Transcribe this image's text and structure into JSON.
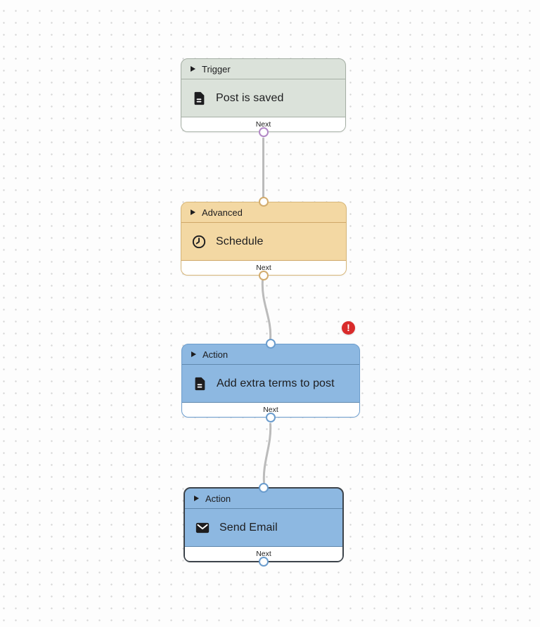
{
  "canvas": {
    "background": "#fdfdfd",
    "dot_color": "#d7d7d7",
    "connector_color": "#bbbbbb"
  },
  "nodes": [
    {
      "category": "Trigger",
      "title": "Post is saved",
      "icon": "document-icon",
      "footer_label": "Next",
      "fill": "#dbe2da",
      "border": "#a5afa4",
      "port_color": "#b287c6",
      "has_input_port": false,
      "has_error": false,
      "selected": false
    },
    {
      "category": "Advanced",
      "title": "Schedule",
      "icon": "clock-icon",
      "footer_label": "Next",
      "fill": "#f3d8a3",
      "border": "#d7b678",
      "port_color": "#d2ac6e",
      "has_input_port": true,
      "has_error": false,
      "selected": false
    },
    {
      "category": "Action",
      "title": "Add extra terms to post",
      "icon": "document-icon",
      "footer_label": "Next",
      "fill": "#8db8e1",
      "border": "#6a9ccd",
      "port_color": "#6a9ccd",
      "has_input_port": true,
      "has_error": true,
      "selected": false
    },
    {
      "category": "Action",
      "title": "Send Email",
      "icon": "envelope-icon",
      "footer_label": "Next",
      "fill": "#8db8e1",
      "border": "#3d444b",
      "port_color": "#6a9ccd",
      "has_input_port": true,
      "has_error": false,
      "selected": true
    }
  ],
  "error_badge": {
    "symbol": "!",
    "color": "#d92b2b"
  }
}
